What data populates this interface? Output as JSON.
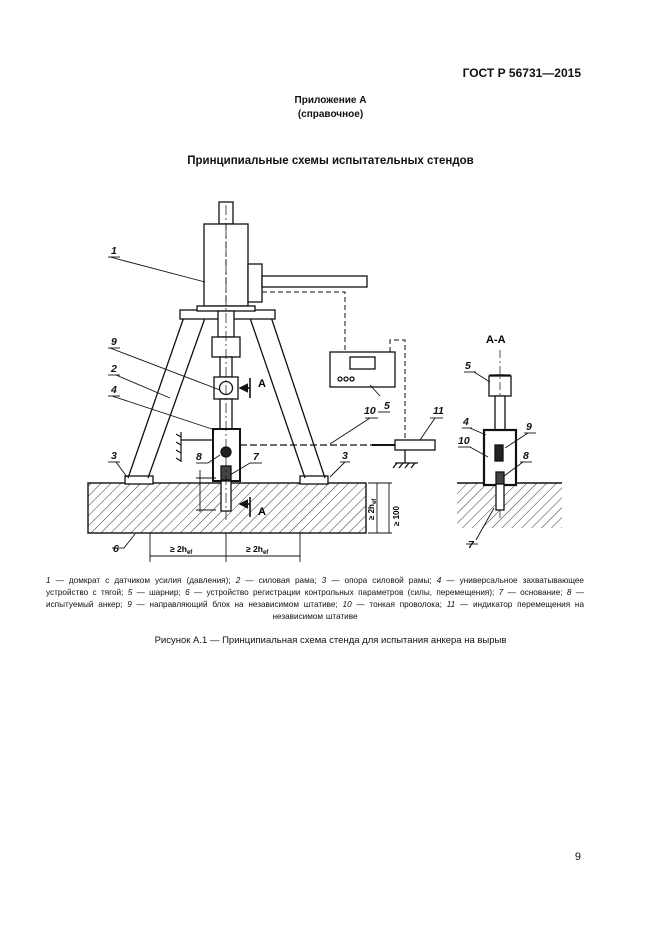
{
  "header": {
    "doc_code": "ГОСТ Р 56731—2015"
  },
  "appendix": {
    "title": "Приложение А",
    "note": "(справочное)"
  },
  "section_title": "Принципиальные схемы испытательных стендов",
  "figure": {
    "section_label": "А-А",
    "section_mark": "А",
    "dim_width": "≥ 2h",
    "dim_sub": "ef",
    "dim_depth": "≥ 2h",
    "dim_min": "≥ 100",
    "main_labels": [
      "1",
      "2",
      "3",
      "3",
      "4",
      "5",
      "6",
      "7",
      "8",
      "9",
      "10",
      "11"
    ],
    "side_labels": [
      "4",
      "5",
      "7",
      "8",
      "9",
      "10"
    ]
  },
  "legend": [
    {
      "num": "1",
      "text": " — домкрат с датчиком усилия (давления); "
    },
    {
      "num": "2",
      "text": " — силовая рама; "
    },
    {
      "num": "3",
      "text": " — опора силовой рамы; "
    },
    {
      "num": "4",
      "text": " — универсальное захватывающее устройство с тягой; "
    },
    {
      "num": "5",
      "text": " — шарнир; "
    },
    {
      "num": "6",
      "text": " — устройство регистрации контрольных параметров (силы, перемещения); "
    },
    {
      "num": "7",
      "text": " — основание; "
    },
    {
      "num": "8",
      "text": " — испытуемый анкер; "
    },
    {
      "num": "9",
      "text": " — направляющий блок на независимом штативе; "
    },
    {
      "num": "10",
      "text": " — тонкая проволока; "
    },
    {
      "num": "11",
      "text": " — индикатор перемещения на независимом штативе"
    }
  ],
  "caption": "Рисунок А.1 — Принципиальная схема стенда для испытания анкера на вырыв",
  "page_number": "9"
}
